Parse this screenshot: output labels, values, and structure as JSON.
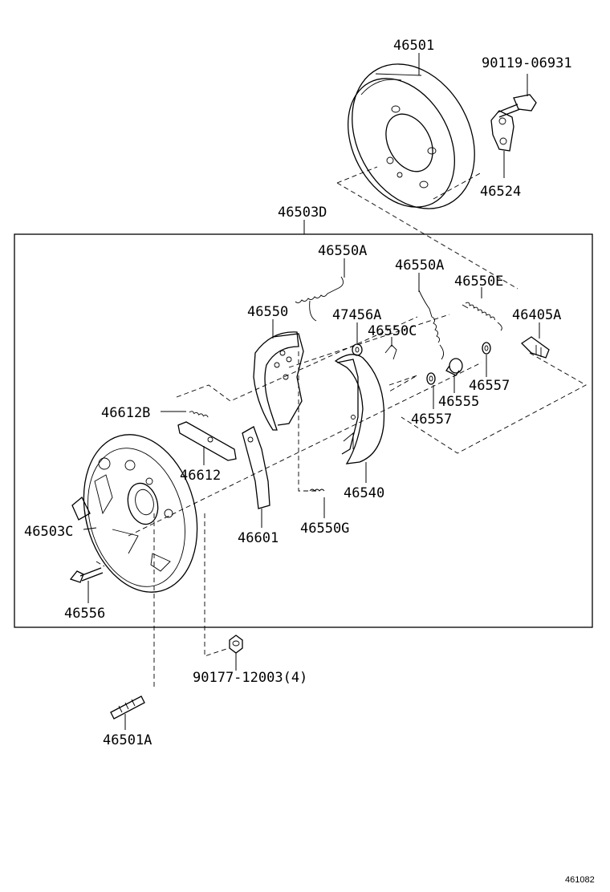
{
  "labels": {
    "p46501": "46501",
    "p90119": "90119-06931",
    "p46524": "46524",
    "p46503D": "46503D",
    "p46550A_1": "46550A",
    "p46550A_2": "46550A",
    "p46550E": "46550E",
    "p46550": "46550",
    "p47456A": "47456A",
    "p46550C": "46550C",
    "p46405A": "46405A",
    "p46557_1": "46557",
    "p46555": "46555",
    "p46557_2": "46557",
    "p46612B": "46612B",
    "p46612": "46612",
    "p46540": "46540",
    "p46503C": "46503C",
    "p46601": "46601",
    "p46550G": "46550G",
    "p46556": "46556",
    "p90177": "90177-12003(4)",
    "p46501A": "46501A"
  },
  "figure_ref": "461082"
}
